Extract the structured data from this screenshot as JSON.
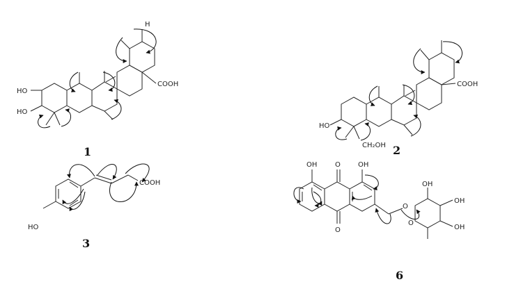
{
  "compounds": [
    {
      "number": "1",
      "labels": {
        "substituent_1": "COOH",
        "substituent_2": "HO",
        "substituent_3": "HO",
        "methyl_label": "H"
      }
    },
    {
      "number": "2",
      "labels": {
        "substituent_1": "COOH",
        "substituent_2": "HO",
        "substituent_3": "CH₂OH"
      }
    },
    {
      "number": "3",
      "labels": {
        "substituent_1": "COOH",
        "substituent_2": "HO"
      }
    },
    {
      "number": "6",
      "labels": {
        "oh_1": "OH",
        "oh_2": "OH",
        "keto_1": "O",
        "keto_2": "O",
        "ether_o": "O",
        "ring_o": "O",
        "sugar_oh_1": "OH",
        "sugar_oh_2": "OH",
        "sugar_oh_3": "OH"
      }
    }
  ],
  "colors": {
    "line": "#222222",
    "text": "#111111",
    "background": "#ffffff"
  }
}
